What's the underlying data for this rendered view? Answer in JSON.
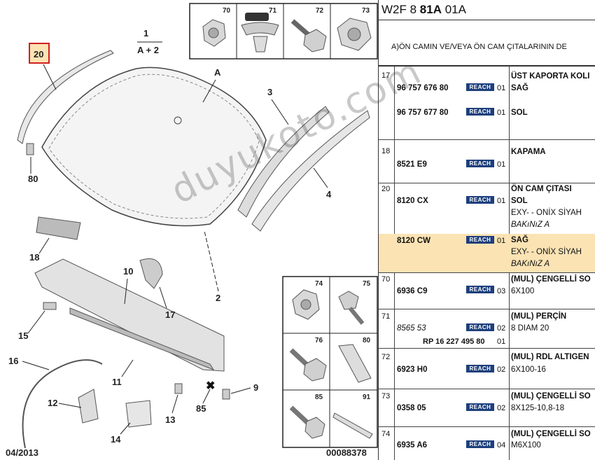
{
  "diagram": {
    "callouts": {
      "c20": "20",
      "c1": "1",
      "c1b": "A + 2",
      "cA": "A",
      "c3": "3",
      "c4": "4",
      "c80": "80",
      "c18": "18",
      "c10": "10",
      "c17": "17",
      "c2": "2",
      "c15": "15",
      "c16": "16",
      "c11": "11",
      "c12": "12",
      "c14": "14",
      "c13": "13",
      "c85": "85",
      "c9": "9"
    },
    "inset_top": [
      "70",
      "71",
      "72",
      "73"
    ],
    "inset_bottom": [
      "74",
      "75",
      "76",
      "80",
      "85",
      "91"
    ],
    "date": "04/2013",
    "ref_code": "00088378",
    "watermark": "duyukoto.com"
  },
  "parts": {
    "header_prefix": "W2F 8 ",
    "header_bold": "81A",
    "header_suffix": " 01A",
    "section_title": "A)ÖN CAMIN VE/VEYA ÖN CAM ÇITALARININ DE",
    "badge": "REACH",
    "rows": [
      {
        "idx": "17",
        "pn": "96 757 676 80",
        "qty": "01",
        "desc": "ÜST KAPORTA KOLI",
        "desc2": "SAĞ"
      },
      {
        "idx": "",
        "pn": "96 757 677 80",
        "qty": "01",
        "desc": "SOL"
      },
      {
        "idx": "18",
        "pn": "8521 E9",
        "qty": "01",
        "desc": "KAPAMA"
      },
      {
        "idx": "20",
        "pn": "8120 CX",
        "qty": "01",
        "desc": "ÖN CAM ÇITASI",
        "desc2": "SOL",
        "desc3": "EXY- - ONİX SİYAH",
        "desc4": "BAKıNıZ A"
      },
      {
        "idx": "",
        "pn": "8120 CW",
        "qty": "01",
        "desc": "SAĞ",
        "desc3": "EXY- - ONİX SİYAH",
        "desc4": "BAKıNıZ A"
      },
      {
        "idx": "70",
        "pn": "6936 C9",
        "qty": "03",
        "desc": "(MUL) ÇENGELLİ SO",
        "desc2": "6X100"
      },
      {
        "idx": "71",
        "pn": "8565 53",
        "qty": "02",
        "desc": "(MUL) PERÇİN",
        "desc2": "8 DIAM 20",
        "ref": "RP 16 227 495 80",
        "refqty": "01"
      },
      {
        "idx": "72",
        "pn": "6923 H0",
        "qty": "02",
        "desc": "(MUL) RDL ALTIGEN",
        "desc2": "6X100-16"
      },
      {
        "idx": "73",
        "pn": "0358 05",
        "qty": "02",
        "desc": "(MUL) ÇENGELLİ SO",
        "desc2": "8X125-10,8-18"
      },
      {
        "idx": "74",
        "pn": "6935 A6",
        "qty": "04",
        "desc": "(MUL) ÇENGELLİ SO",
        "desc2": "M6X100"
      }
    ]
  }
}
